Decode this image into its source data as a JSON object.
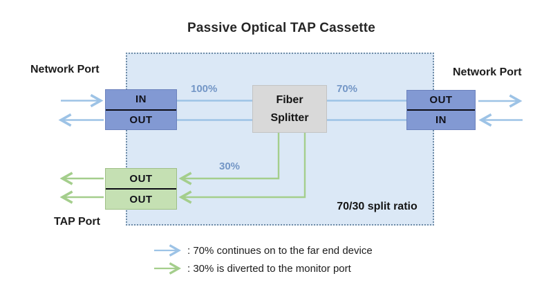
{
  "title": "Passive Optical TAP Cassette",
  "labels": {
    "network_port_left": "Network Port",
    "network_port_right": "Network Port",
    "tap_port": "TAP Port",
    "split_ratio": "70/30 split ratio",
    "pct_100": "100%",
    "pct_70": "70%",
    "pct_30": "30%"
  },
  "boxes": {
    "left_port": {
      "top": "IN",
      "bottom": "OUT"
    },
    "right_port": {
      "top": "OUT",
      "bottom": "IN"
    },
    "tap_port": {
      "top": "OUT",
      "bottom": "OUT"
    },
    "splitter": {
      "line1": "Fiber",
      "line2": "Splitter"
    }
  },
  "legend": [
    {
      "arrow": "blue-arrow",
      "text": ": 70% continues on to the far end device"
    },
    {
      "arrow": "green-arrow",
      "text": ": 30% is diverted to the monitor port"
    }
  ],
  "colors": {
    "cassette_fill": "#dbe8f6",
    "cassette_border": "#6e8ba6",
    "network_port_box": "#8299d3",
    "tap_port_box": "#c5e0b3",
    "splitter_box": "#d9d9d9",
    "blue_line": "#9dc3e6",
    "green_line": "#a4ce8c",
    "percent_text": "#7396c6",
    "text": "#262626"
  }
}
